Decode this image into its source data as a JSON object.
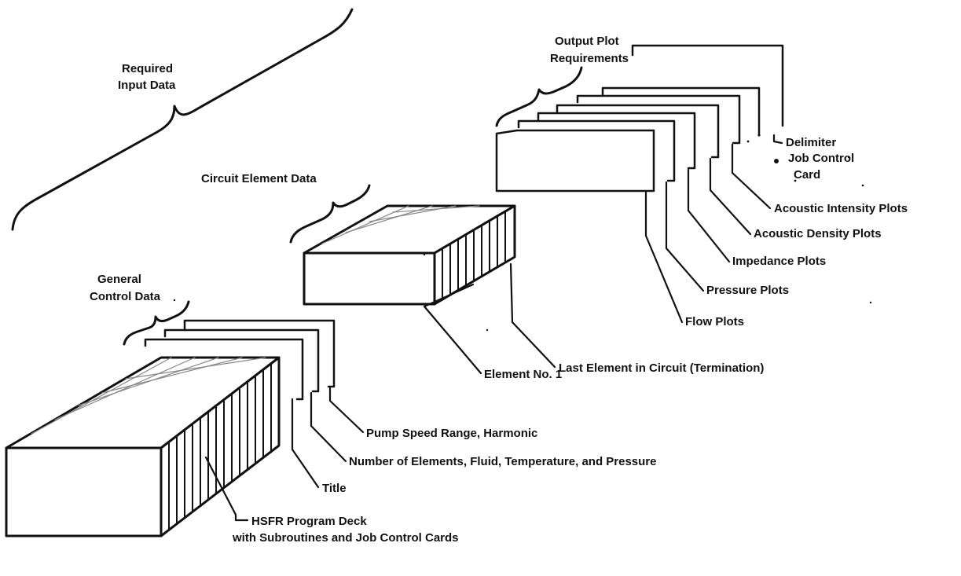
{
  "headings": {
    "required_input_data": [
      "Required",
      "Input Data"
    ],
    "circuit_element_data": "Circuit Element Data",
    "general_control_data": [
      "General",
      "Control Data"
    ],
    "output_plot_requirements": [
      "Output Plot",
      "Requirements"
    ]
  },
  "callouts": {
    "program_deck": [
      "HSFR Program Deck",
      "with Subroutines and Job Control Cards"
    ],
    "title_card": "Title",
    "elements_card": "Number of Elements, Fluid, Temperature, and Pressure",
    "pump_card": "Pump Speed Range, Harmonic",
    "element_first": "Element No. 1",
    "element_last": "Last Element in Circuit (Termination)",
    "flow_plots": "Flow Plots",
    "pressure_plots": "Pressure Plots",
    "impedance_plots": "Impedance Plots",
    "density_plots": "Acoustic Density Plots",
    "intensity_plots": "Acoustic Intensity Plots",
    "delimiter": [
      "Delimiter",
      "Job Control",
      "Card"
    ]
  }
}
